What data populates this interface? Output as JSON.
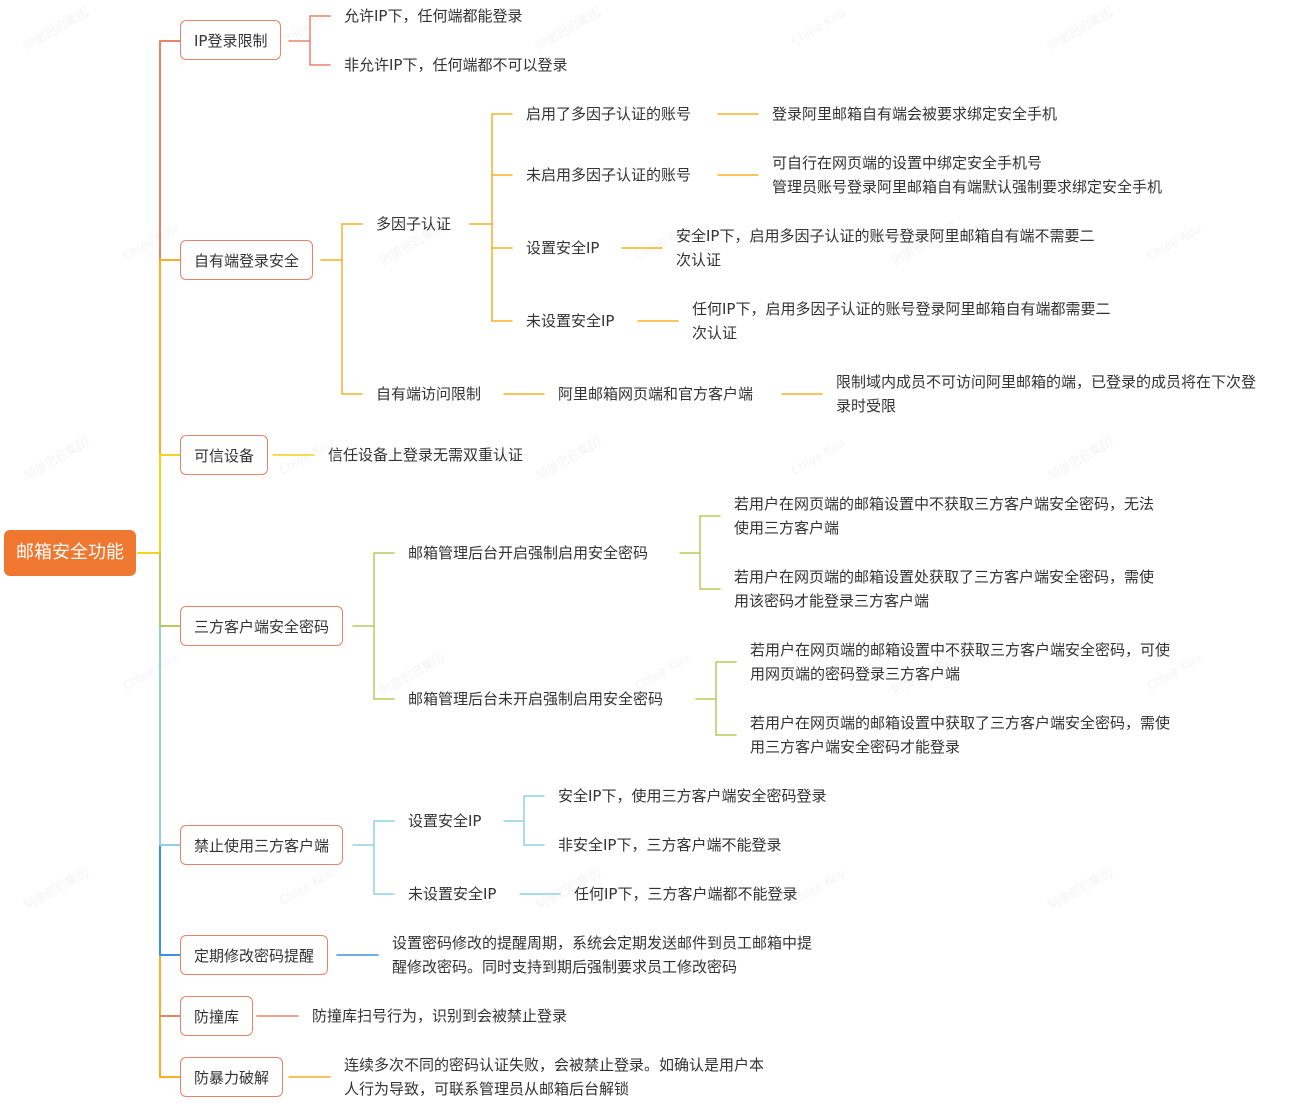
{
  "root": "邮箱安全功能",
  "colors": {
    "root_fill": "#f0772f",
    "box_border": "#e8836b",
    "branch_red": "#e8836b",
    "branch_orange": "#f5b025",
    "branch_yellow": "#f4d21f",
    "branch_green": "#b6cc5c",
    "branch_cyan": "#8fd3e0",
    "branch_blue": "#3a93e0"
  },
  "branches": {
    "ip": {
      "label": "IP登录限制",
      "items": [
        "允许IP下，任何端都能登录",
        "非允许IP下，任何端都不可以登录"
      ]
    },
    "client": {
      "label": "自有端登录安全",
      "mfa": {
        "label": "多因子认证",
        "enabled": {
          "label": "启用了多因子认证的账号",
          "detail": "登录阿里邮箱自有端会被要求绑定安全手机"
        },
        "disabled": {
          "label": "未启用多因子认证的账号",
          "detail": [
            "可自行在网页端的设置中绑定安全手机号",
            "管理员账号登录阿里邮箱自有端默认强制要求绑定安全手机"
          ]
        },
        "safe_ip": {
          "label": "设置安全IP",
          "detail": [
            "安全IP下，启用多因子认证的账号登录阿里邮箱自有端不需要二",
            "次认证"
          ]
        },
        "no_safe_ip": {
          "label": "未设置安全IP",
          "detail": [
            "任何IP下，启用多因子认证的账号登录阿里邮箱自有端都需要二",
            "次认证"
          ]
        }
      },
      "access": {
        "label": "自有端访问限制",
        "target": "阿里邮箱网页端和官方客户端",
        "detail": [
          "限制域内成员不可访问阿里邮箱的端，已登录的成员将在下次登",
          "录时受限"
        ]
      }
    },
    "device": {
      "label": "可信设备",
      "detail": "信任设备上登录无需双重认证"
    },
    "third_pwd": {
      "label": "三方客户端安全密码",
      "forced": {
        "label": "邮箱管理后台开启强制启用安全密码",
        "items": [
          [
            "若用户在网页端的邮箱设置中不获取三方客户端安全密码，无法",
            "使用三方客户端"
          ],
          [
            "若用户在网页端的邮箱设置处获取了三方客户端安全密码，需使",
            "用该密码才能登录三方客户端"
          ]
        ]
      },
      "unforced": {
        "label": "邮箱管理后台未开启强制启用安全密码",
        "items": [
          [
            "若用户在网页端的邮箱设置中不获取三方客户端安全密码，可使",
            "用网页端的密码登录三方客户端"
          ],
          [
            "若用户在网页端的邮箱设置中获取了三方客户端安全密码，需使",
            "用三方客户端安全密码才能登录"
          ]
        ]
      }
    },
    "ban_third": {
      "label": "禁止使用三方客户端",
      "safe_ip": {
        "label": "设置安全IP",
        "items": [
          "安全IP下，使用三方客户端安全密码登录",
          "非安全IP下，三方客户端不能登录"
        ]
      },
      "no_safe_ip": {
        "label": "未设置安全IP",
        "detail": "任何IP下，三方客户端都不能登录"
      }
    },
    "pwd_remind": {
      "label": "定期修改密码提醒",
      "detail": [
        "设置密码修改的提醒周期，系统会定期发送邮件到员工邮箱中提",
        "醒修改密码。同时支持到期后强制要求员工修改密码"
      ]
    },
    "anti_scan": {
      "label": "防撞库",
      "detail": "防撞库扫号行为，识别到会被禁止登录"
    },
    "anti_brute": {
      "label": "防暴力破解",
      "detail": [
        "连续多次不同的密码认证失败，会被禁止登录。如确认是用户本",
        "人行为导致，可联系管理员从邮箱后台解锁"
      ]
    }
  },
  "watermarks": [
    "阿里巴巴集团",
    "Chloe Kou"
  ]
}
